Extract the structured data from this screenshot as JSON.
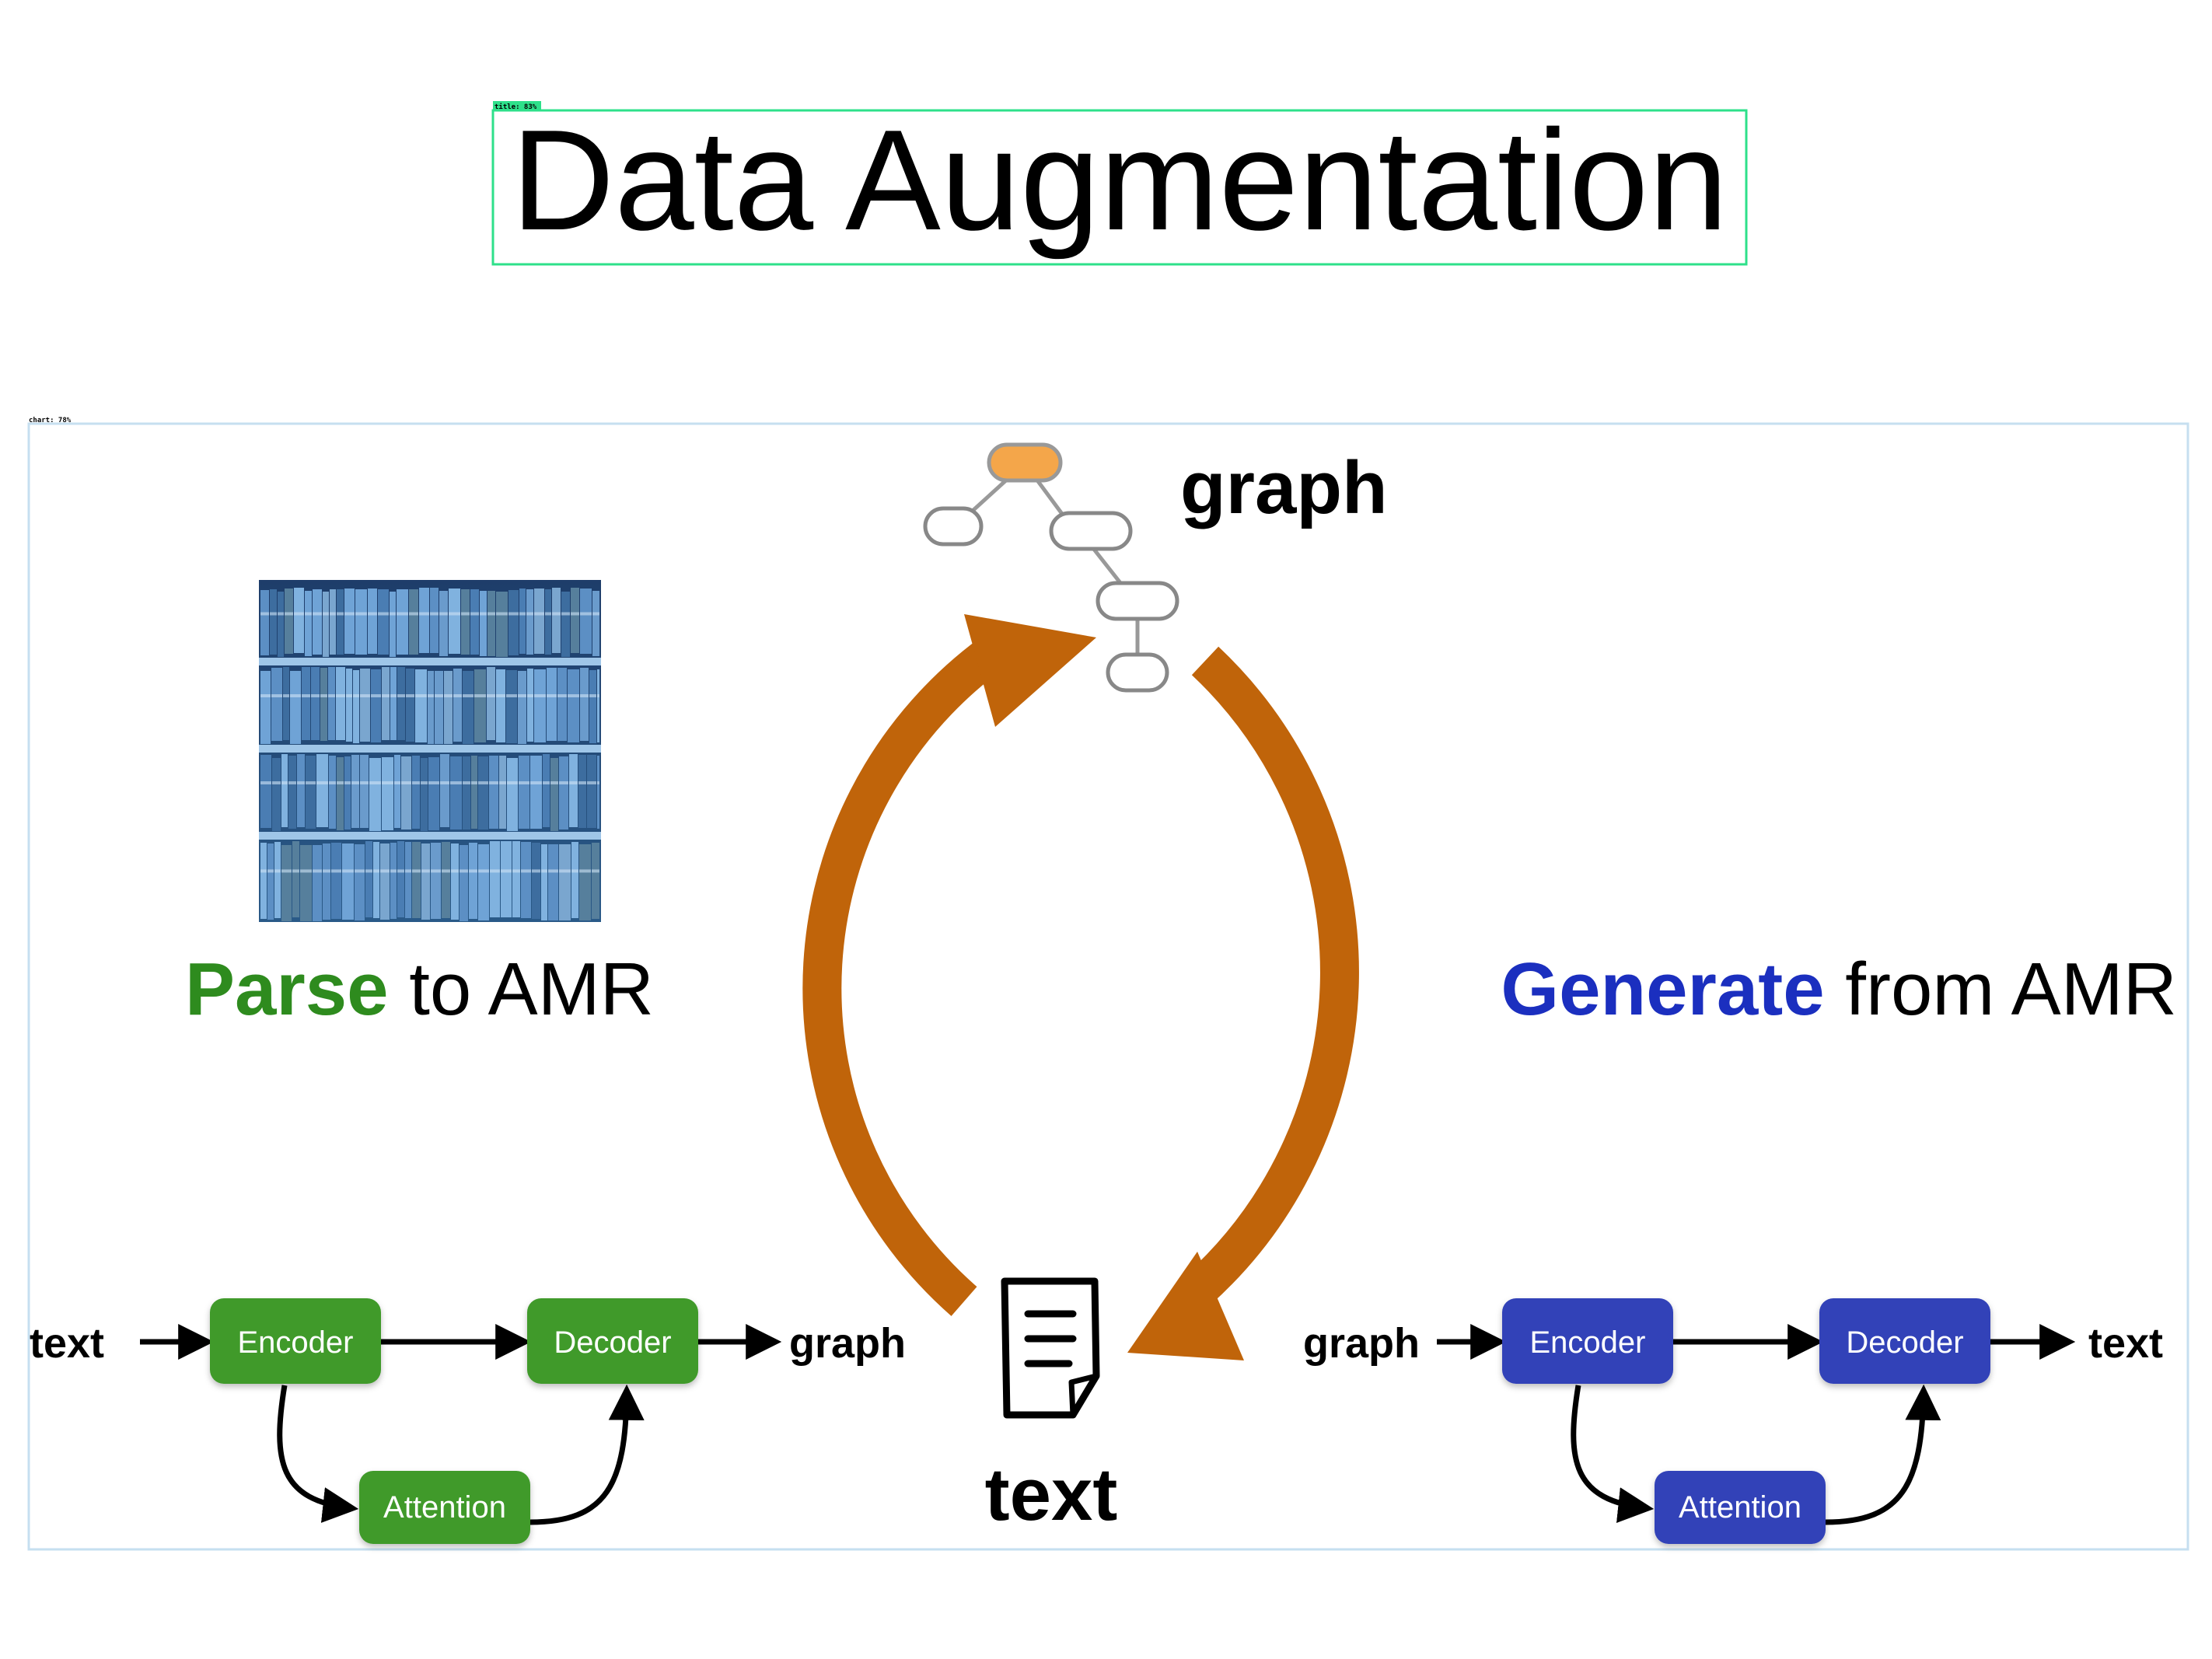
{
  "overlays": {
    "title_tag": "title: 83%",
    "chart_tag": "chart: 78%"
  },
  "title": "Data Augmentation",
  "cycle": {
    "top_label": "graph",
    "bottom_label": "text"
  },
  "parse": {
    "verb": "Parse",
    "rest": " to AMR",
    "color": "#2e8b1e",
    "pipeline": {
      "input": "text",
      "encoder": "Encoder",
      "decoder": "Decoder",
      "attention": "Attention",
      "output": "graph"
    }
  },
  "generate": {
    "verb": "Generate",
    "rest": " from AMR",
    "color": "#1b2fbf",
    "pipeline": {
      "input": "graph",
      "encoder": "Encoder",
      "decoder": "Decoder",
      "attention": "Attention",
      "output": "text"
    }
  },
  "colors": {
    "arrow_orange": "#c0640a",
    "node_orange": "#f4a64a",
    "parse_box": "#3f9a2c",
    "generate_box": "#3343b8",
    "title_box": "#2ee08a",
    "chart_box": "#c6dff0"
  },
  "icons": [
    "bookshelf-image",
    "amr-graph-icon",
    "document-icon"
  ]
}
